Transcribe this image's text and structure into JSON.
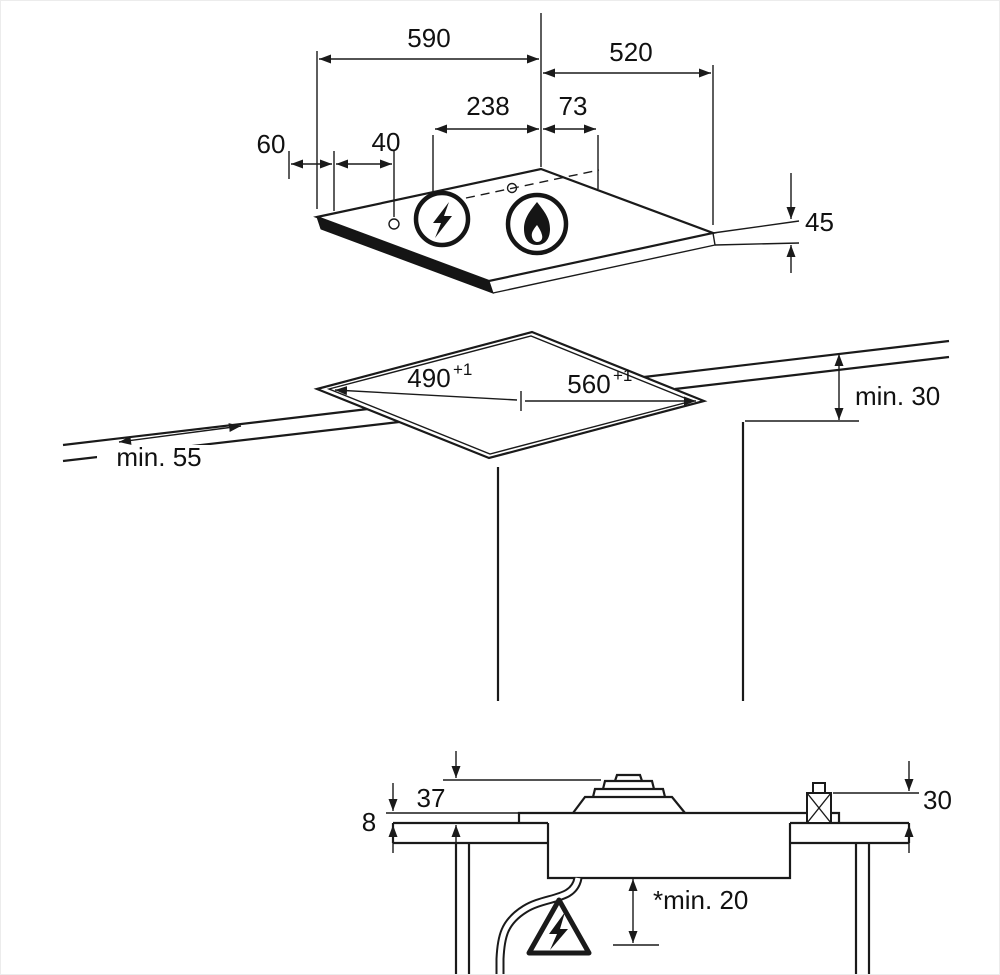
{
  "top_view": {
    "width": "590",
    "depth": "520",
    "burner_center_from_axis": "238",
    "burner_center_offset": "73",
    "edge_offset": "60",
    "control_offset": "40",
    "hob_height": "45"
  },
  "cutout": {
    "depth": "490",
    "depth_tol": "+1",
    "width": "560",
    "width_tol": "+1",
    "front_clearance": "min. 55",
    "rear_clearance": "min. 30"
  },
  "section": {
    "height_above_top": "37",
    "edge_height": "8",
    "bracket_height": "30",
    "bottom_clearance": "*min. 20"
  },
  "icons": {
    "left_burner": "lightning-icon",
    "right_burner": "flame-icon",
    "hazard": "electric-warning-triangle-icon"
  },
  "colors": {
    "line": "#1a1a1a",
    "background": "#ffffff"
  }
}
